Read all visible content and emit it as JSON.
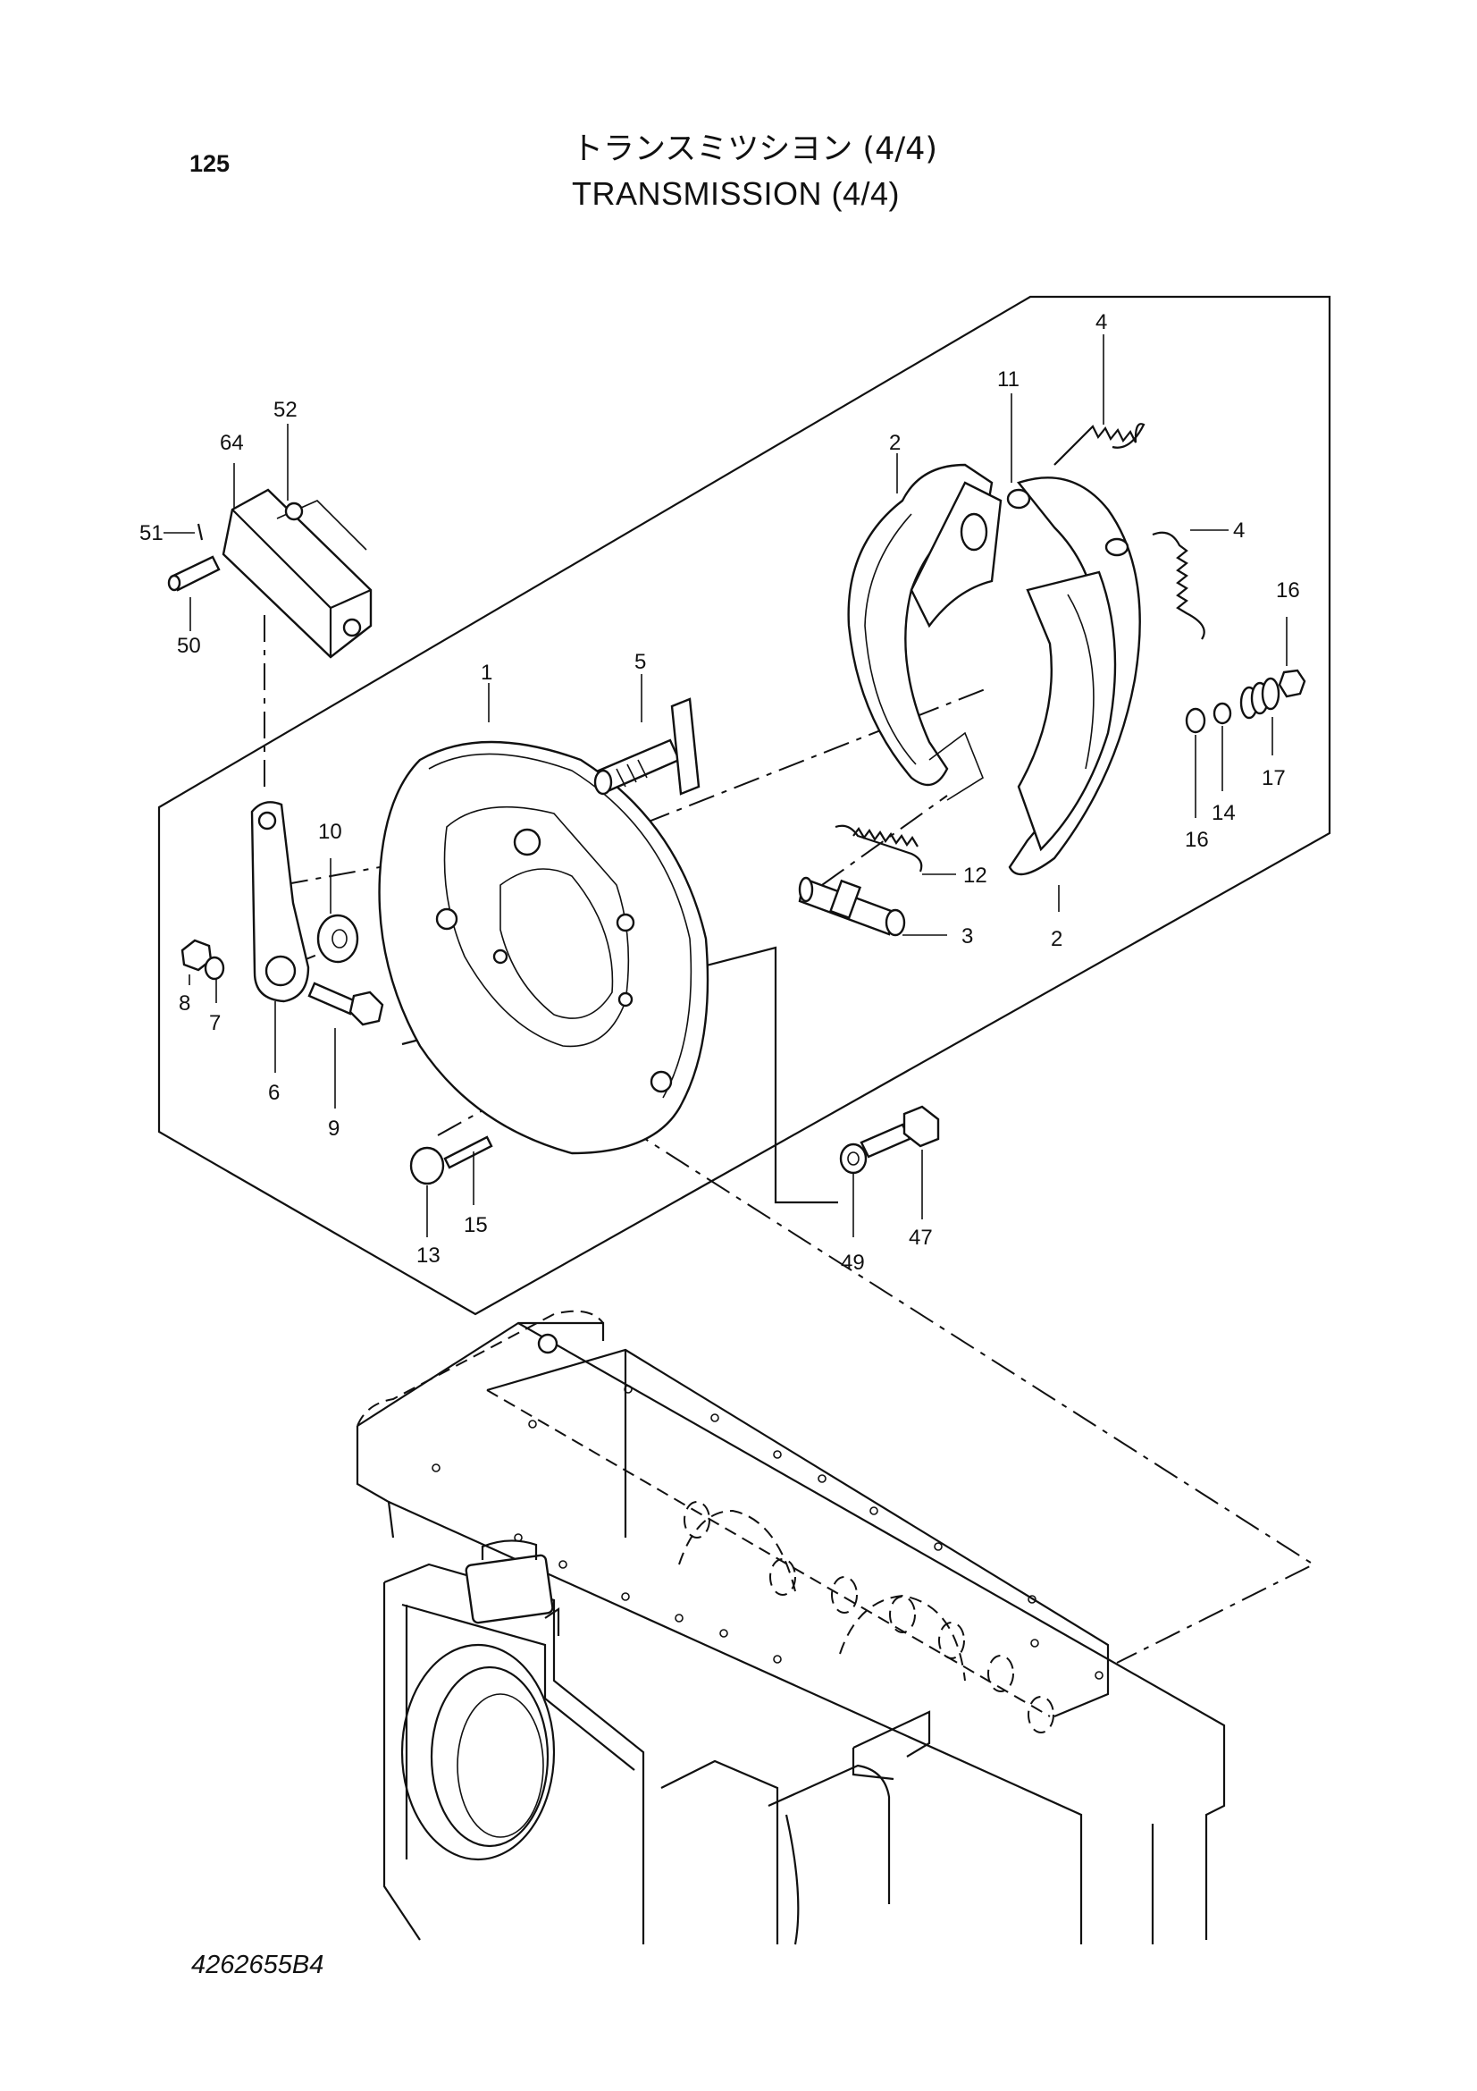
{
  "header": {
    "page_number": "125",
    "title_jp": "トランスミツシヨン (4/4)",
    "title_en": "TRANSMISSION (4/4)"
  },
  "footer": {
    "drawing_code": "4262655B4"
  },
  "callouts": [
    "1",
    "2",
    "2",
    "3",
    "4",
    "4",
    "5",
    "6",
    "7",
    "8",
    "9",
    "10",
    "11",
    "12",
    "13",
    "14",
    "15",
    "16",
    "16",
    "17",
    "47",
    "49",
    "50",
    "51",
    "52",
    "64"
  ]
}
